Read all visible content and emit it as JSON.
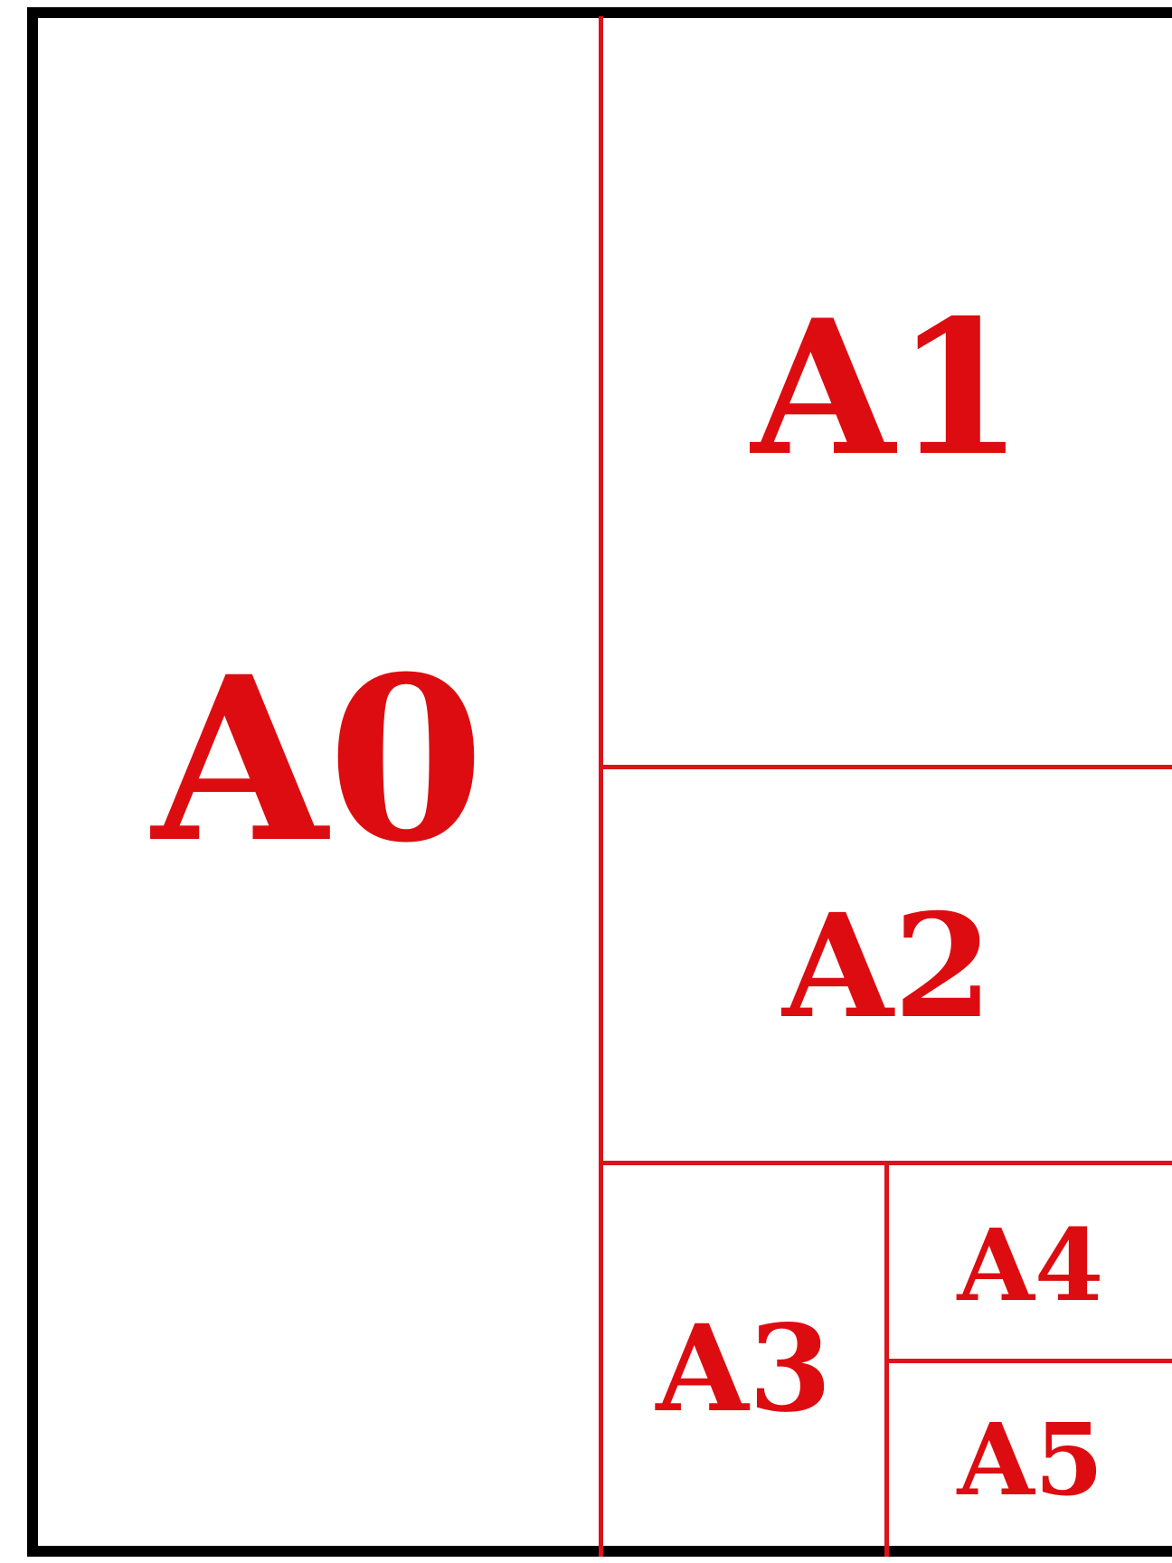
{
  "colors": {
    "frame": "#000000",
    "divider": "#d9141b",
    "label": "#dd0c10",
    "background": "#ffffff"
  },
  "sizes": {
    "a0": "A0",
    "a1": "A1",
    "a2": "A2",
    "a3": "A3",
    "a4": "A4",
    "a5": "A5"
  }
}
